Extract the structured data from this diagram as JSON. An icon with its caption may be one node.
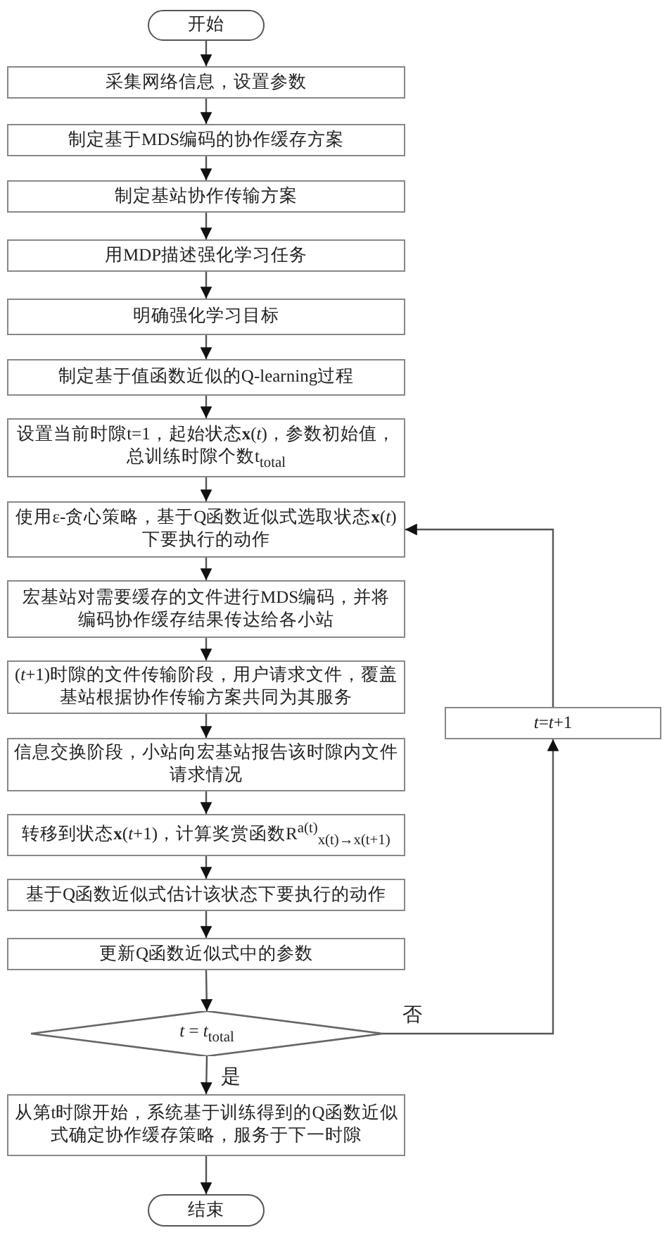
{
  "diagram": {
    "nodes": [
      {
        "text": [
          "开始"
        ]
      },
      {
        "text": [
          "采集网络信息，设置参数"
        ]
      },
      {
        "text": [
          "制定基于MDS编码的协作缓存方案"
        ]
      },
      {
        "text": [
          "制定基站协作传输方案"
        ]
      },
      {
        "text": [
          "用MDP描述强化学习任务"
        ]
      },
      {
        "text": [
          "明确强化学习目标"
        ]
      },
      {
        "text": [
          "制定基于值函数近似的Q-learning过程"
        ]
      },
      {
        "text": [
          "设置当前时隙t=1，起始状态**x**(*t*)，参数初始值，总训练时隙个数t$_{total}$"
        ]
      },
      {
        "text": [
          "使用ε-贪心策略，基于Q函数近似式选取状态**x**(*t*)下要执行的动作"
        ]
      },
      {
        "text": [
          "宏基站对需要缓存的文件进行MDS编码，并将编码协作缓存结果传达给各小站"
        ]
      },
      {
        "text": [
          "(*t*+1)时隙的文件传输阶段，用户请求文件，覆盖基站根据协作传输方案共同为其服务"
        ]
      },
      {
        "text": [
          "信息交换阶段，小站向宏基站报告该时隙内文件请求情况"
        ]
      },
      {
        "text": [
          "转移到状态**x**(*t*+1)，计算奖赏函数R$^{a(t)}$$_{x(t)→x(t+1)}$"
        ]
      },
      {
        "text": [
          "基于Q函数近似式估计该状态下要执行的动作"
        ]
      },
      {
        "text": [
          "更新Q函数近似式中的参数"
        ]
      },
      {
        "text": [
          "*t* = *t*$_{total}$"
        ]
      },
      {
        "text": [
          "从第t时隙开始，系统基于训练得到的Q函数近似式确定协作缓存策略，服务于下一时隙"
        ]
      },
      {
        "text": [
          "结束"
        ]
      },
      {
        "text": [
          "*t*=*t*+1"
        ]
      }
    ],
    "edges": [
      {
        "from": 0,
        "to": 1,
        "arrow": "to"
      },
      {
        "from": 1,
        "to": 2,
        "arrow": "to"
      },
      {
        "from": 2,
        "to": 3,
        "arrow": "to"
      },
      {
        "from": 3,
        "to": 4,
        "arrow": "to"
      },
      {
        "from": 4,
        "to": 5,
        "arrow": "to"
      },
      {
        "from": 5,
        "to": 6,
        "arrow": "to"
      },
      {
        "from": 6,
        "to": 7,
        "arrow": "to"
      },
      {
        "from": 7,
        "to": 8,
        "arrow": "to"
      },
      {
        "from": 8,
        "to": 9,
        "arrow": "to"
      },
      {
        "from": 9,
        "to": 10,
        "arrow": "to"
      },
      {
        "from": 10,
        "to": 11,
        "arrow": "to"
      },
      {
        "from": 11,
        "to": 12,
        "arrow": "to"
      },
      {
        "from": 12,
        "to": 13,
        "arrow": "to"
      },
      {
        "from": 13,
        "to": 14,
        "arrow": "to"
      },
      {
        "from": 14,
        "to": 15,
        "arrow": "to"
      },
      {
        "from": 15,
        "to": 16,
        "arrow": "to",
        "label": "是"
      },
      {
        "from": 16,
        "to": 17,
        "arrow": "to"
      },
      {
        "from": 15,
        "to": 18,
        "arrow": "to",
        "label": "否"
      },
      {
        "from": 18,
        "to": 8,
        "arrow": "to"
      }
    ]
  }
}
